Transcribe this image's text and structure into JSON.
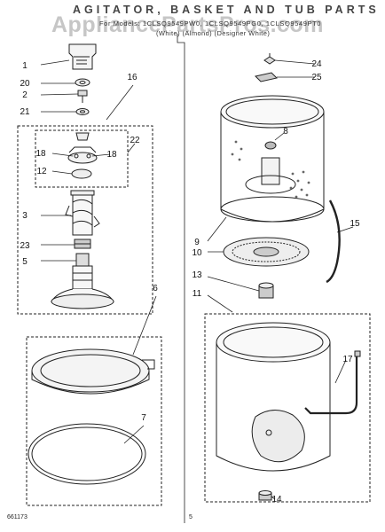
{
  "header": {
    "title": "AGITATOR, BASKET AND TUB PARTS",
    "models": "For Models: 1CLSQ9549PW0, 1CLSQ9549PG0, 1CLSQ9549PT0",
    "colors": "(White)   (Almond)   (Designer White)"
  },
  "watermark": "AppliancePartsPros.com",
  "callouts": [
    "1",
    "20",
    "2",
    "21",
    "16",
    "22",
    "18",
    "18",
    "12",
    "3",
    "23",
    "5",
    "6",
    "7",
    "24",
    "25",
    "8",
    "9",
    "10",
    "15",
    "13",
    "11",
    "17",
    "14"
  ],
  "footer": {
    "code": "661173",
    "page": "5"
  }
}
